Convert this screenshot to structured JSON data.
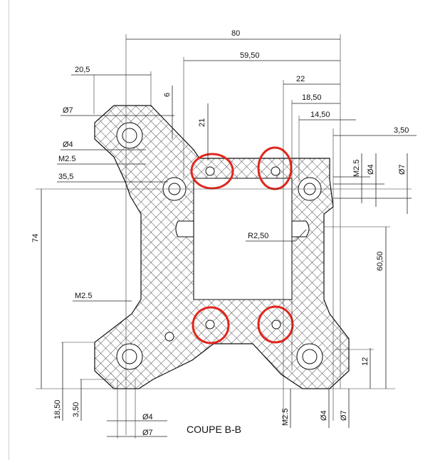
{
  "title": "COUPE B-B",
  "dimensions": {
    "d80": "80",
    "d59_50": "59,50",
    "d22": "22",
    "d18_50_top": "18,50",
    "d14_50": "14,50",
    "d3_50_top": "3,50",
    "d20_5": "20,5",
    "d6": "6",
    "d21": "21",
    "phi7_top": "Ø7",
    "phi4_top": "Ø4",
    "m2_5_top": "M2.5",
    "d35_5": "35,5",
    "d74": "74",
    "r2_50": "R2,50",
    "d60_50": "60,50",
    "m2_5_mid": "M2.5",
    "m2_5_right_top": "M2.5",
    "phi4_right_top": "Ø4",
    "phi7_right_top": "Ø7",
    "d12": "12",
    "d18_50_bottom": "18,50",
    "d3_50_bottom": "3,50",
    "phi4_bottom": "Ø4",
    "phi7_bottom": "Ø7",
    "m2_5_bottom_right": "M2.5",
    "phi4_bottom_right": "Ø4",
    "phi7_bottom_right": "Ø7"
  },
  "colors": {
    "highlight": "#e1261c",
    "line": "#111111"
  }
}
